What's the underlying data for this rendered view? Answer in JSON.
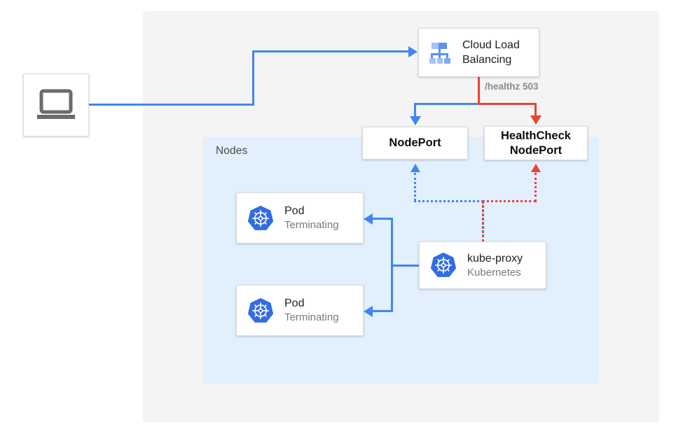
{
  "diagram": {
    "title": "Kubernetes NodePort health check draining diagram",
    "regions": {
      "outer_panel": {
        "name": "cluster-panel"
      },
      "nodes_region": {
        "label": "Nodes"
      }
    },
    "colors": {
      "blue": "#4285f4",
      "red": "#ea4335",
      "nodes_bg": "#e2effc",
      "panel_bg": "#f4f4f5",
      "k8s_blue": "#326ce5",
      "label_gray": "#8a8a8a"
    },
    "nodes": {
      "client": {
        "icon": "laptop-icon"
      },
      "cloud_load_balancing": {
        "title": "Cloud Load",
        "title_line2": "Balancing",
        "icon": "load-balancer-icon"
      },
      "nodeport": {
        "label": "NodePort"
      },
      "healthcheck_nodeport": {
        "label_line1": "HealthCheck",
        "label_line2": "NodePort"
      },
      "pod_1": {
        "title": "Pod",
        "subtitle": "Terminating",
        "icon": "kubernetes-icon"
      },
      "pod_2": {
        "title": "Pod",
        "subtitle": "Terminating",
        "icon": "kubernetes-icon"
      },
      "kube_proxy": {
        "title": "kube-proxy",
        "subtitle": "Kubernetes",
        "icon": "kubernetes-icon"
      }
    },
    "edges": {
      "healthz_label": "/healthz 503"
    }
  }
}
